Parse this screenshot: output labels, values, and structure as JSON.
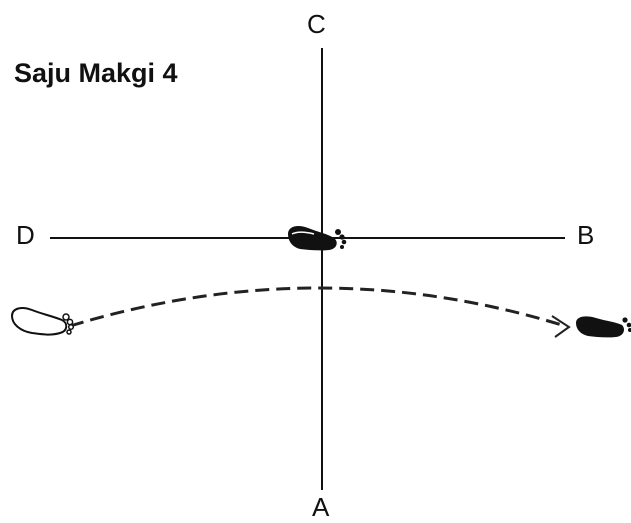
{
  "title": "Saju Makgi 4",
  "directions": {
    "top": "C",
    "left": "D",
    "right": "B",
    "bottom": "A"
  },
  "colors": {
    "line": "#111111",
    "foot_filled": "#111111",
    "foot_outline": "#ffffff",
    "background": "#ffffff"
  },
  "icons": {
    "start_foot": "outlined-footprint-icon",
    "center_foot": "filled-footprint-icon",
    "end_foot": "filled-footprint-icon",
    "arrow": "arrowhead-icon"
  }
}
